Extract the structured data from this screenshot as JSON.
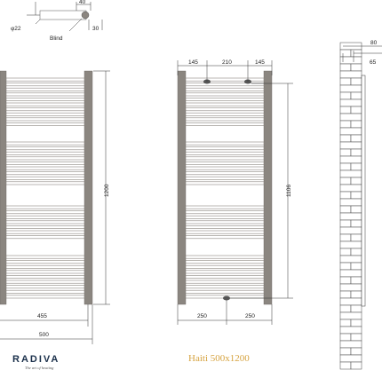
{
  "brand": {
    "name": "RADIVA",
    "tagline": "The art of heating"
  },
  "product": {
    "title": "Haiti 500x1200"
  },
  "front_view": {
    "height_label": "1200",
    "inner_width_label": "455",
    "outer_width_label": "500"
  },
  "rear_view": {
    "top_dims": [
      "145",
      "210",
      "145"
    ],
    "side_dim": "1106",
    "bottom_dims": [
      "250",
      "250"
    ]
  },
  "detail_view": {
    "dim_40": "40",
    "dim_30": "30",
    "pipe_label": "φ22",
    "blind_label": "Blind"
  },
  "wall_view": {
    "dim_80": "80",
    "dim_65": "65"
  },
  "colors": {
    "post": "#8b8680",
    "brand": "#1a2f4a",
    "product": "#d6a340"
  }
}
